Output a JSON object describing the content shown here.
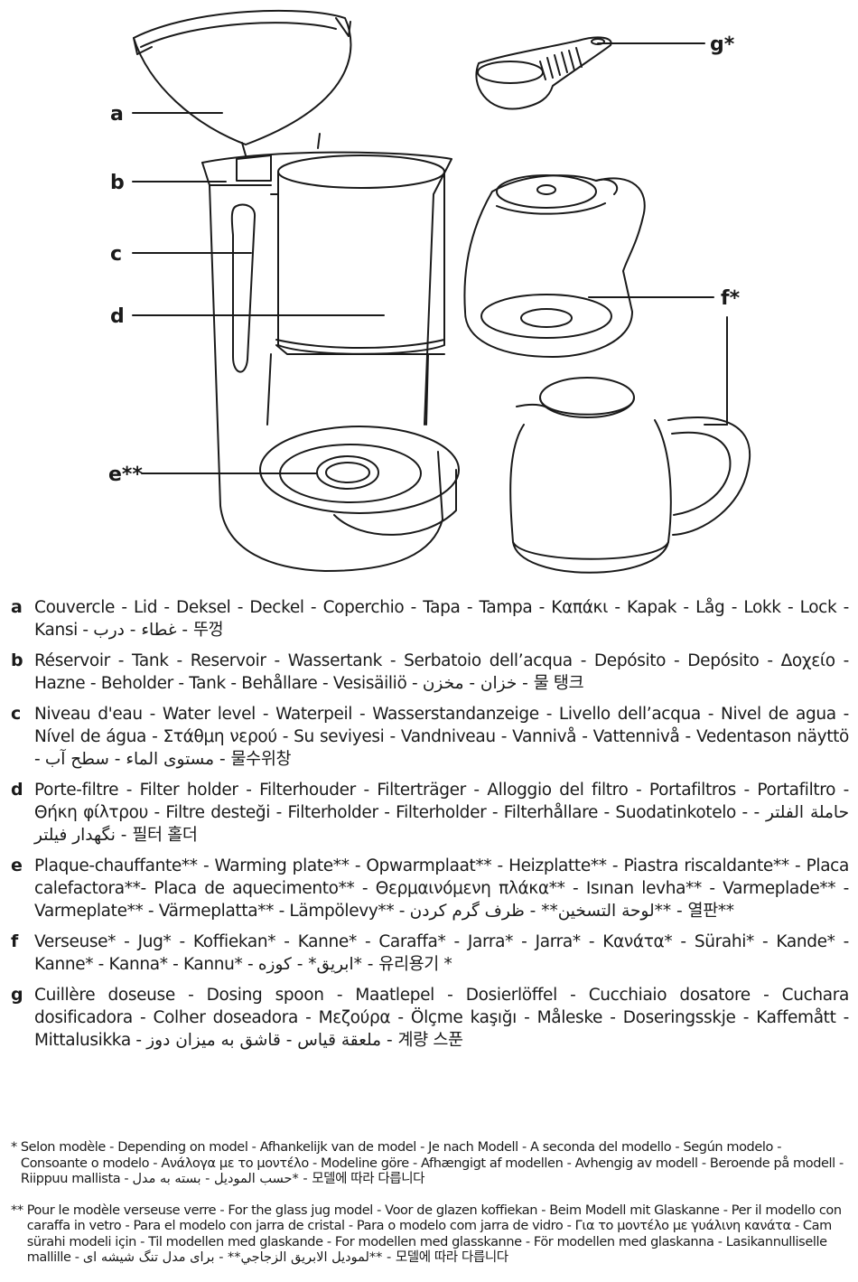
{
  "figure": {
    "callouts": {
      "a": "a",
      "b": "b",
      "c": "c",
      "d": "d",
      "e": "e**",
      "f": "f*",
      "g": "g*"
    }
  },
  "legend": [
    {
      "key": "a",
      "text": "Couvercle - Lid - Deksel - Deckel - Coperchio - Tapa - Tampa - Καπάκι - Kapak - Låg - Lokk - Lock - Kansi - غطاء - درب - 뚜껑"
    },
    {
      "key": "b",
      "text": "Réservoir - Tank - Reservoir  - Wassertank - Serbatoio dell’acqua - Depósito - Depósito - Δοχείο - Hazne - Beholder - Tank - Behållare - Vesisäiliö - خزان - مخزن - 물 탱크"
    },
    {
      "key": "c",
      "text": "Niveau d'eau - Water level - Waterpeil - Wasserstandanzeige - Livello dell’acqua - Nivel de agua - Nível de água - Στάθμη νερού - Su seviyesi - Vandniveau - Vannivå - Vattennivå - Vedentason näyttö - مستوى الماء - سطح آب - 물수위창"
    },
    {
      "key": "d",
      "text": "Porte-filtre - Filter holder - Filterhouder - Filterträger - Alloggio del filtro - Portafiltros - Portafiltro - Θήκη φίλτρου - Filtre desteği - Filterholder - Filterholder - Filterhållare - Suodatinkotelo - حاملة الفلتر - نگهدار فیلتر - 필터 홀더"
    },
    {
      "key": "e",
      "text": "Plaque-chauffante** - Warming plate** - Opwarmplaat** - Heizplatte** - Piastra riscaldante** - Placa calefactora**- Placa de aquecimento** - Θερμαινόμενη πλάκα** - Isınan levha** - Varmeplade** - Varmeplate** - Värmeplatta** - Lämpölevy** - لوحة التسخين** - ظرف گرم کردن** - 열판**"
    },
    {
      "key": "f",
      "text": "Verseuse* - Jug* - Koffiekan* - Kanne* - Caraffa* - Jarra* - Jarra* - Κανάτα* - Sürahi* - Kande* - Kanne* - Kanna* - Kannu* - ابريق* - كوزه* - 유리용기 *"
    },
    {
      "key": "g",
      "text": "Cuillère doseuse - Dosing spoon - Maatlepel - Dosierlöffel - Cucchiaio dosatore - Cuchara dosificadora  - Colher doseadora - Μεζούρα - Ölçme kaşığı - Måleske  - Doseringsskje - Kaffemått - Mittalusikka - ملعقة قياس - قاشق به میزان دوز - 계량 스푼"
    }
  ],
  "notes": [
    {
      "mark": "*",
      "text": "Selon modèle - Depending on model - Afhankelijk van de model - Je nach Modell - A seconda del modello - Según modelo - Consoante o modelo - Ανάλογα με το μοντέλο - Modeline göre - Afhængigt af modellen - Avhengig av modell  - Beroende på modell - Riippuu mallista - حسب الموديل - بسته به مدل* - 모델에 따라 다릅니다"
    },
    {
      "mark": "**",
      "text": "Pour le modèle verseuse verre - For the glass jug model - Voor de glazen koffiekan - Beim Modell mit Glaskanne - Per il modello con caraffa in vetro - Para el modelo con jarra de cristal - Para o modelo com jarra de vidro - Για το μοντέλο με γυάλινη κανάτα - Cam sürahi modeli için - Til modellen med glaskande - For modellen med glasskanne - För modellen med glaskanna - Lasikannulliselle mallille - لموديل الابريق الزجاجي** - برای مدل تنگ شیشه ای** - 모델에 따라 다릅니다"
    }
  ]
}
